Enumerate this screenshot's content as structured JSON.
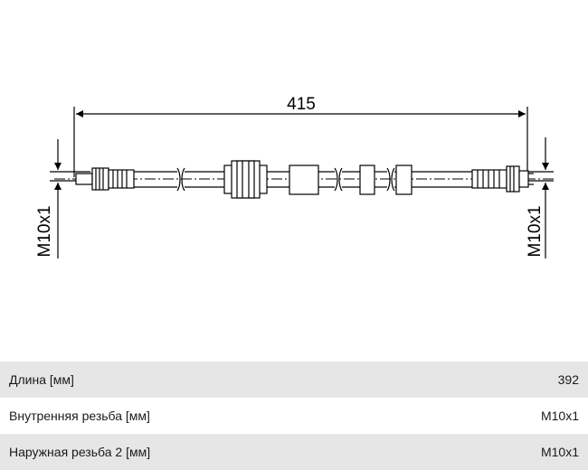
{
  "drawing": {
    "overall_length": "415",
    "thread_left": "M10x1",
    "thread_right": "M10x1"
  },
  "specs": [
    {
      "label": "Длина [мм]",
      "value": "392"
    },
    {
      "label": "Внутренняя резьба [мм]",
      "value": "M10x1"
    },
    {
      "label": "Наружная резьба 2 [мм]",
      "value": "M10x1"
    }
  ]
}
